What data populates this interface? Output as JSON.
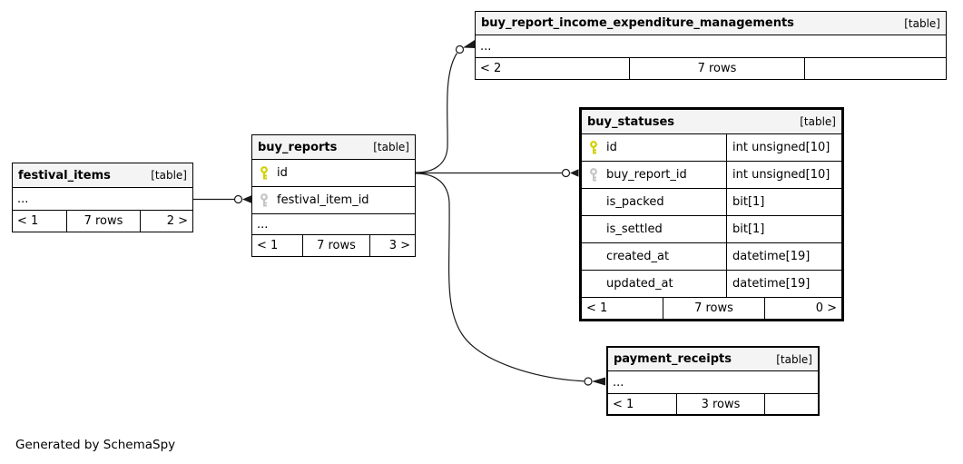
{
  "diagram": {
    "generated_note": "Generated by SchemaSpy"
  },
  "colors": {
    "primary_key": "#d0d000",
    "foreign_key": "#c4c4c4",
    "table_header_bg": "#f4f4f4",
    "line": "#1a1a1a"
  },
  "tables": {
    "festival_items": {
      "name": "festival_items",
      "tag": "[table]",
      "ellipsis": "...",
      "footer": {
        "left": "< 1",
        "center": "7 rows",
        "right": "2 >"
      }
    },
    "buy_reports": {
      "name": "buy_reports",
      "tag": "[table]",
      "columns": [
        {
          "name": "id",
          "key": "primary"
        },
        {
          "name": "festival_item_id",
          "key": "foreign"
        }
      ],
      "ellipsis": "...",
      "footer": {
        "left": "< 1",
        "center": "7 rows",
        "right": "3 >"
      }
    },
    "buy_report_income_expenditure_managements": {
      "name": "buy_report_income_expenditure_managements",
      "tag": "[table]",
      "ellipsis": "...",
      "footer": {
        "left": "< 2",
        "center": "7 rows",
        "right": ""
      }
    },
    "buy_statuses": {
      "name": "buy_statuses",
      "tag": "[table]",
      "columns": [
        {
          "name": "id",
          "type": "int unsigned[10]",
          "key": "primary"
        },
        {
          "name": "buy_report_id",
          "type": "int unsigned[10]",
          "key": "foreign"
        },
        {
          "name": "is_packed",
          "type": "bit[1]",
          "key": "none"
        },
        {
          "name": "is_settled",
          "type": "bit[1]",
          "key": "none"
        },
        {
          "name": "created_at",
          "type": "datetime[19]",
          "key": "none"
        },
        {
          "name": "updated_at",
          "type": "datetime[19]",
          "key": "none"
        }
      ],
      "footer": {
        "left": "< 1",
        "center": "7 rows",
        "right": "0 >"
      }
    },
    "payment_receipts": {
      "name": "payment_receipts",
      "tag": "[table]",
      "ellipsis": "...",
      "footer": {
        "left": "< 1",
        "center": "3 rows",
        "right": ""
      }
    }
  }
}
